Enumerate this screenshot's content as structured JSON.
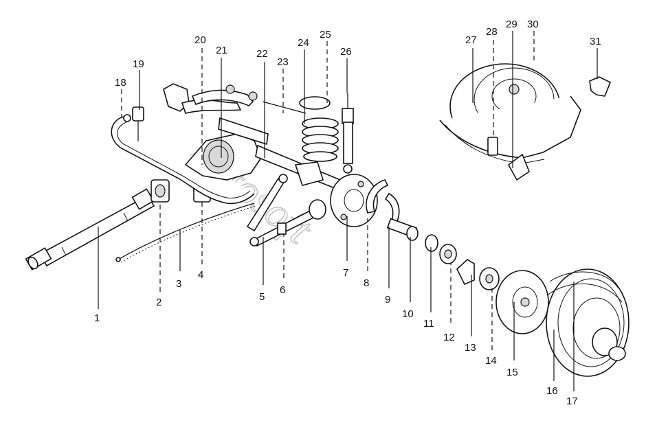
{
  "callouts": [
    "1",
    "2",
    "3",
    "4",
    "5",
    "6",
    "7",
    "8",
    "9",
    "10",
    "11",
    "12",
    "13",
    "14",
    "15",
    "16",
    "17",
    "18",
    "19",
    "20",
    "21",
    "22",
    "23",
    "24",
    "25",
    "26",
    "27",
    "28",
    "29",
    "30",
    "31"
  ],
  "watermark": "Autosoft"
}
